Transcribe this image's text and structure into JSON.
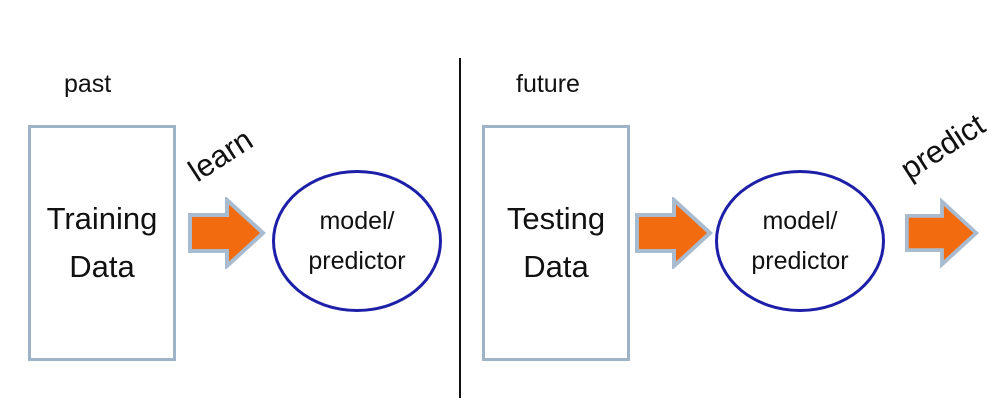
{
  "left": {
    "time_label": "past",
    "box": {
      "line1": "Training",
      "line2": "Data"
    },
    "action_label": "learn",
    "model": {
      "line1": "model/",
      "line2": "predictor"
    }
  },
  "right": {
    "time_label": "future",
    "box": {
      "line1": "Testing",
      "line2": "Data"
    },
    "model": {
      "line1": "model/",
      "line2": "predictor"
    },
    "action_label": "predict"
  },
  "colors": {
    "box_border": "#9fb3c8",
    "ellipse_border": "#1d1fa8",
    "arrow_fill": "#f26b0f",
    "arrow_border": "#a9bccf",
    "divider": "#111111"
  }
}
